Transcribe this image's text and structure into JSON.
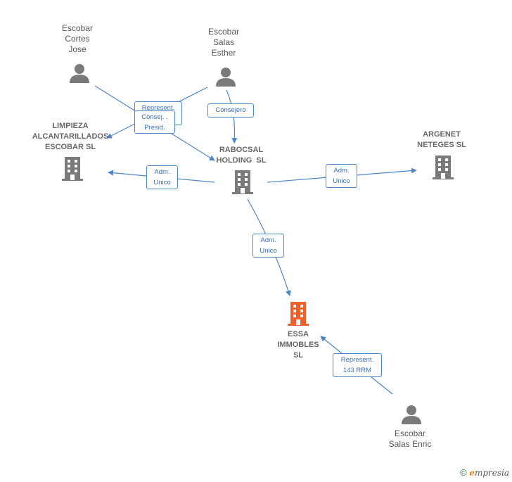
{
  "nodes": {
    "escobar_cortes_jose": {
      "lines": [
        "Escobar",
        "Cortes",
        "Jose"
      ]
    },
    "escobar_salas_esther": {
      "lines": [
        "Escobar",
        "Salas",
        "Esther"
      ]
    },
    "limpieza": {
      "lines": [
        "LIMPIEZA",
        "ALCANTARILLADOS",
        "ESCOBAR SL"
      ]
    },
    "rabocsal": {
      "lines": [
        "RABOCSAL",
        "HOLDING  SL"
      ]
    },
    "argenet": {
      "lines": [
        "ARGENET",
        "NETEGES SL"
      ]
    },
    "essa": {
      "lines": [
        "ESSA",
        "IMMOBLES",
        "SL"
      ]
    },
    "escobar_salas_enric": {
      "lines": [
        "Escobar",
        "Salas Enric"
      ]
    }
  },
  "edges": {
    "represent_top": [
      "Represent."
    ],
    "consej_presid": [
      "Consej. .",
      "Presid."
    ],
    "consejero": [
      "Consejero"
    ],
    "adm_unico_limpieza": [
      "Adm.",
      "Unico"
    ],
    "adm_unico_argenet": [
      "Adm.",
      "Unico"
    ],
    "adm_unico_essa": [
      "Adm.",
      "Unico"
    ],
    "represent_143": [
      "Represent.",
      "143 RRM"
    ]
  },
  "colors": {
    "person": "#7a7a7a",
    "company": "#7a7a7a",
    "main_company": "#f0602a",
    "edge": "#4a86c8"
  },
  "footer": {
    "copyright": "©",
    "brand_e": "e",
    "brand_rest": "mpresia"
  }
}
